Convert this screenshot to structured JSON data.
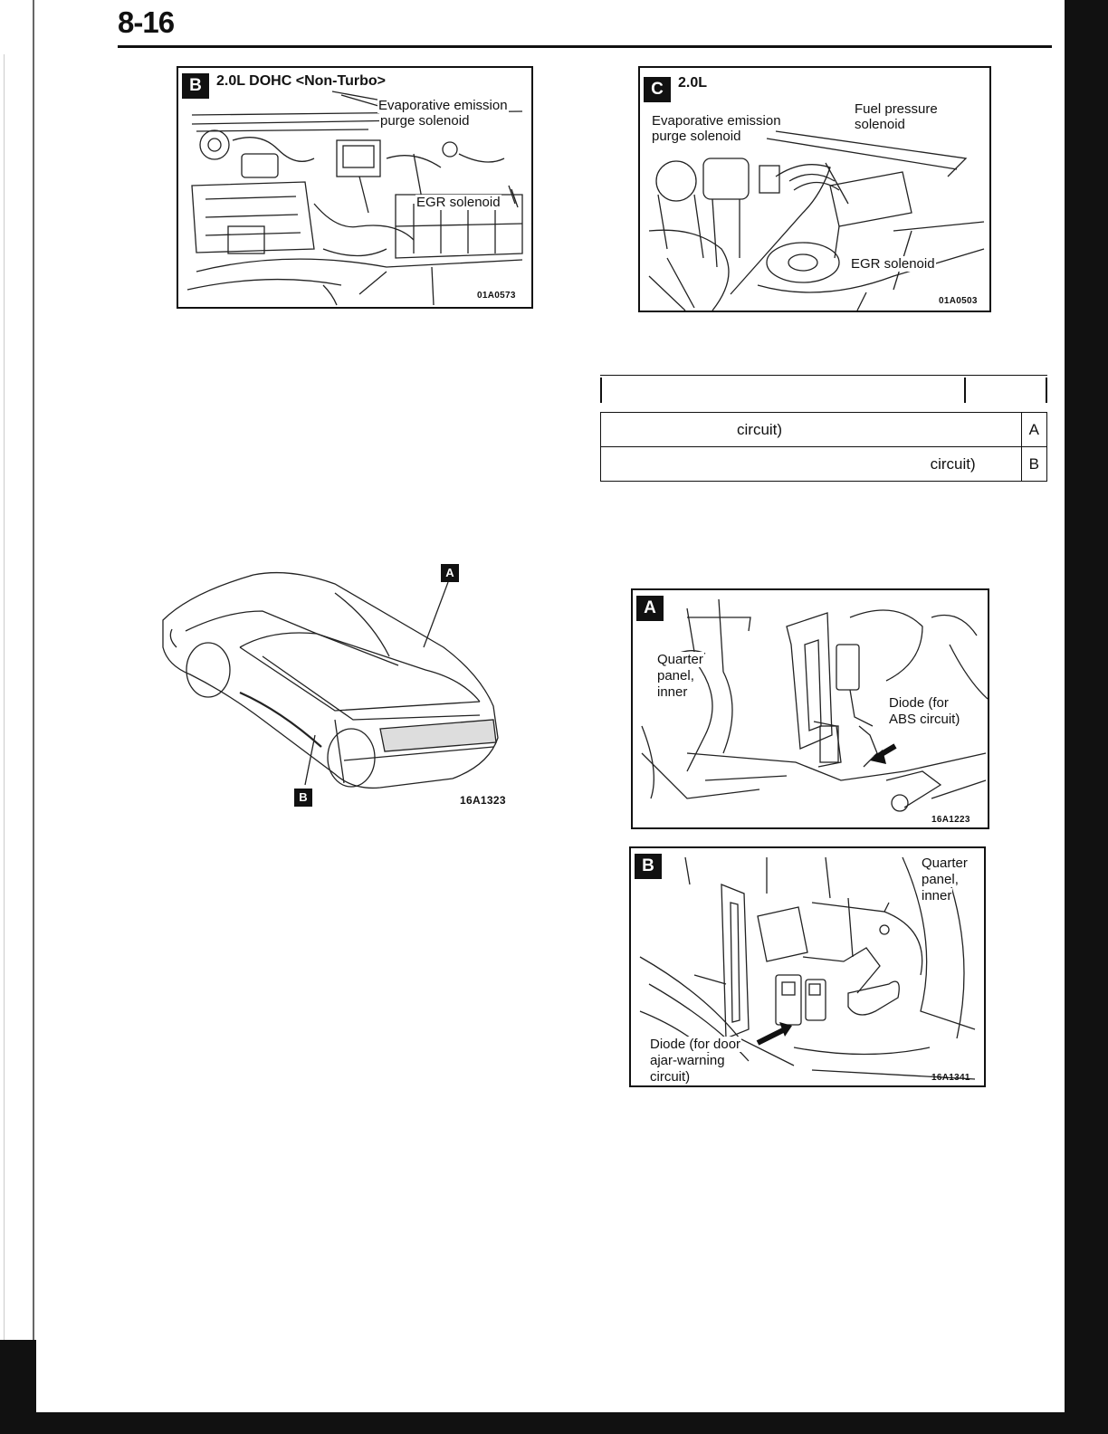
{
  "page": {
    "number": "8-16"
  },
  "figB": {
    "tag": "B",
    "title": "2.0L DOHC <Non-Turbo>",
    "labels": [
      "Evaporative emission",
      "purge solenoid",
      "EGR solenoid"
    ],
    "code": "01A0573"
  },
  "figC": {
    "tag": "C",
    "title": "2.0L",
    "labels": [
      "Fuel pressure",
      "solenoid",
      "Evaporative emission",
      "purge solenoid",
      "EGR solenoid"
    ],
    "code": "01A0503"
  },
  "table": {
    "rows": [
      {
        "desc": "circuit)",
        "ref": "A"
      },
      {
        "desc": "circuit)",
        "ref": "B"
      }
    ]
  },
  "car": {
    "tagA": "A",
    "tagB": "B",
    "code": "16A1323"
  },
  "figA2": {
    "tag": "A",
    "labels": [
      "Quarter",
      "panel,",
      "inner",
      "Diode (for",
      "ABS circuit)"
    ],
    "code": "16A1223"
  },
  "figB2": {
    "tag": "B",
    "labels": [
      "Quarter",
      "panel,",
      "inner",
      "Diode (for door",
      "ajar-warning",
      "circuit)"
    ],
    "code": "16A1341"
  }
}
